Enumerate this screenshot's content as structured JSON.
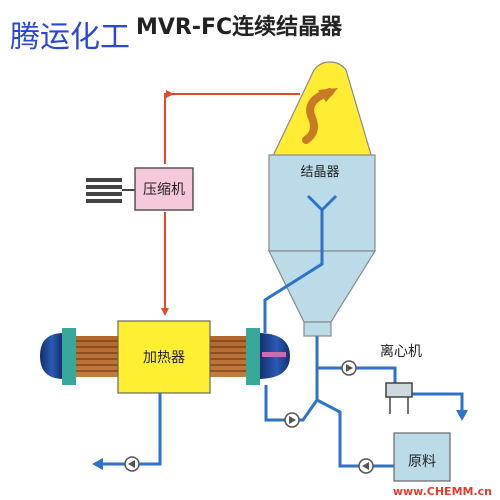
{
  "header": {
    "brand_watermark": "腾运化工",
    "title": "MVR-FC连续结晶器"
  },
  "labels": {
    "compressor": "压缩机",
    "crystallizer": "结晶器",
    "heater": "加热器",
    "centrifuge": "离心机",
    "raw_material": "原料"
  },
  "footer": {
    "watermark": "www.CHEMM.cn"
  },
  "colors": {
    "pipe_blue": "#2f72c8",
    "steam_red": "#e24a30",
    "vessel_blue": "#bcdbe8",
    "vessel_top_yellow": "#ffec33",
    "heater_yellow": "#ffef33",
    "compressor_pink": "#f6c8dc",
    "brand_blue": "#2b47d8",
    "watermark_red": "#e33a2c"
  }
}
